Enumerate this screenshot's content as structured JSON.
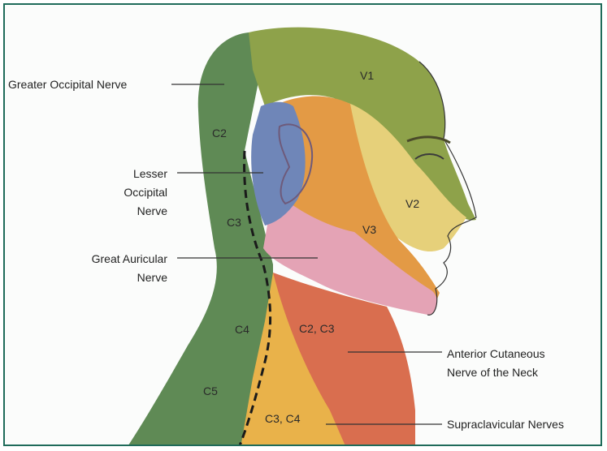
{
  "labels": {
    "greater_occipital": "Greater Occipital Nerve",
    "lesser_occipital_1": "Lesser",
    "lesser_occipital_2": "Occipital",
    "lesser_occipital_3": "Nerve",
    "great_auricular_1": "Great Auricular",
    "great_auricular_2": "Nerve",
    "anterior_cutaneous_1": "Anterior Cutaneous",
    "anterior_cutaneous_2": "Nerve of the Neck",
    "supraclavicular": "Supraclavicular Nerves"
  },
  "zones": {
    "v1": "V1",
    "v2": "V2",
    "v3": "V3",
    "c2": "C2",
    "c3": "C3",
    "c4": "C4",
    "c5": "C5",
    "c2c3": "C2, C3",
    "c3c4": "C3, C4"
  },
  "colors": {
    "frame": "#1f6b5a",
    "v1": "#8ea24a",
    "v2": "#e6d07a",
    "v3": "#e39a45",
    "posterior_green": "#5f8a55",
    "lesser_occipital": "#6f86b8",
    "great_auricular": "#e4a3b5",
    "anterior_cutaneous": "#d96e4f",
    "supraclavicular": "#e9b24a"
  }
}
